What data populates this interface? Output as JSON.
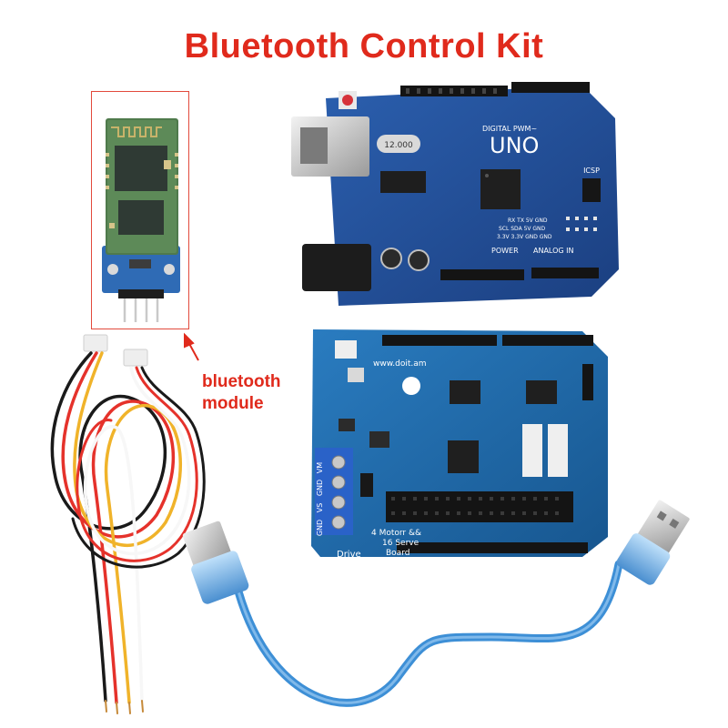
{
  "title": "Bluetooth Control Kit",
  "callout": {
    "line1": "bluetooth",
    "line2": "module"
  },
  "uno_board": {
    "label": "UNO",
    "header_power": "POWER",
    "header_analog": "ANALOG IN",
    "digital_label": "DIGITAL PWM~",
    "crystal": "12.000",
    "pins_row1": "RX  TX  5V  GND",
    "pins_row2": "SCL SDA 5V GND",
    "pins_row3": "3.3V 3.3V GND GND",
    "icsp": "ICSP"
  },
  "shield_board": {
    "brand": "www.doit.am",
    "line1": "4 Motorr &&",
    "line2": "16 Serve",
    "line3": "Board",
    "drive": "Drive",
    "terminals": [
      "VM",
      "GND",
      "VS",
      "GND"
    ]
  },
  "colors": {
    "title": "#e02a1c",
    "uno_board": "#1f4f9a",
    "shield_board": "#1e6aa8",
    "bluetooth_board": "#2f6bb5",
    "usb_cable": "#3d8fd6",
    "terminal_block": "#2a62c8"
  }
}
